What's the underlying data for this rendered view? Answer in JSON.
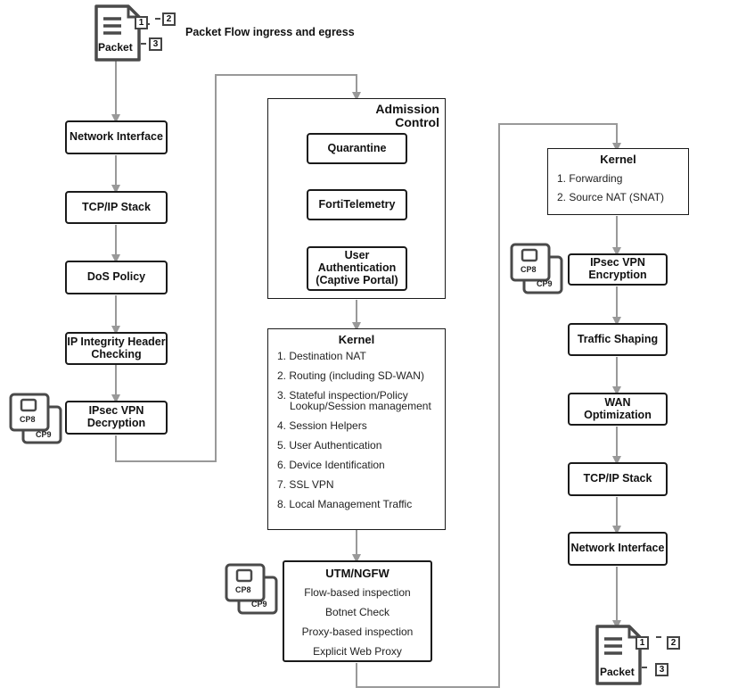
{
  "title": "Packet Flow ingress and egress",
  "packet_label": "Packet",
  "packet_numbers": [
    "1",
    "2",
    "3"
  ],
  "left_column": [
    {
      "label": "Network Interface"
    },
    {
      "label": "TCP/IP Stack"
    },
    {
      "label": "DoS Policy"
    },
    {
      "line1": "IP Integrity Header",
      "line2": "Checking"
    },
    {
      "line1": "IPsec VPN",
      "line2": "Decryption"
    }
  ],
  "admission_control": {
    "title_line1": "Admission",
    "title_line2": "Control",
    "items": [
      {
        "label": "Quarantine"
      },
      {
        "label": "FortiTelemetry"
      },
      {
        "line1": "User",
        "line2": "Authentication",
        "line3": "(Captive Portal)"
      }
    ]
  },
  "kernel_ingress": {
    "title": "Kernel",
    "items": [
      "1. Destination NAT",
      "2. Routing (including SD-WAN)",
      "3. Stateful inspection/Policy",
      "Lookup/Session management",
      "4. Session Helpers",
      "5. User Authentication",
      "6. Device Identification",
      "7. SSL VPN",
      "8. Local Management Traffic"
    ]
  },
  "utm": {
    "title": "UTM/NGFW",
    "items": [
      "Flow-based inspection",
      "Botnet Check",
      "Proxy-based inspection",
      "Explicit Web Proxy"
    ]
  },
  "kernel_egress": {
    "title": "Kernel",
    "items": [
      "1. Forwarding",
      "2. Source NAT (SNAT)"
    ]
  },
  "right_column": [
    {
      "line1": "IPsec VPN",
      "line2": "Encryption"
    },
    {
      "label": "Traffic Shaping"
    },
    {
      "label": "WAN Optimization"
    },
    {
      "label": "TCP/IP Stack"
    },
    {
      "label": "Network Interface"
    }
  ],
  "cp_badges": {
    "cp8": "CP8",
    "cp9": "CP9"
  },
  "colors": {
    "stroke": "#1a1a1a",
    "arrow": "#999999",
    "icon": "#4a4a4a"
  }
}
